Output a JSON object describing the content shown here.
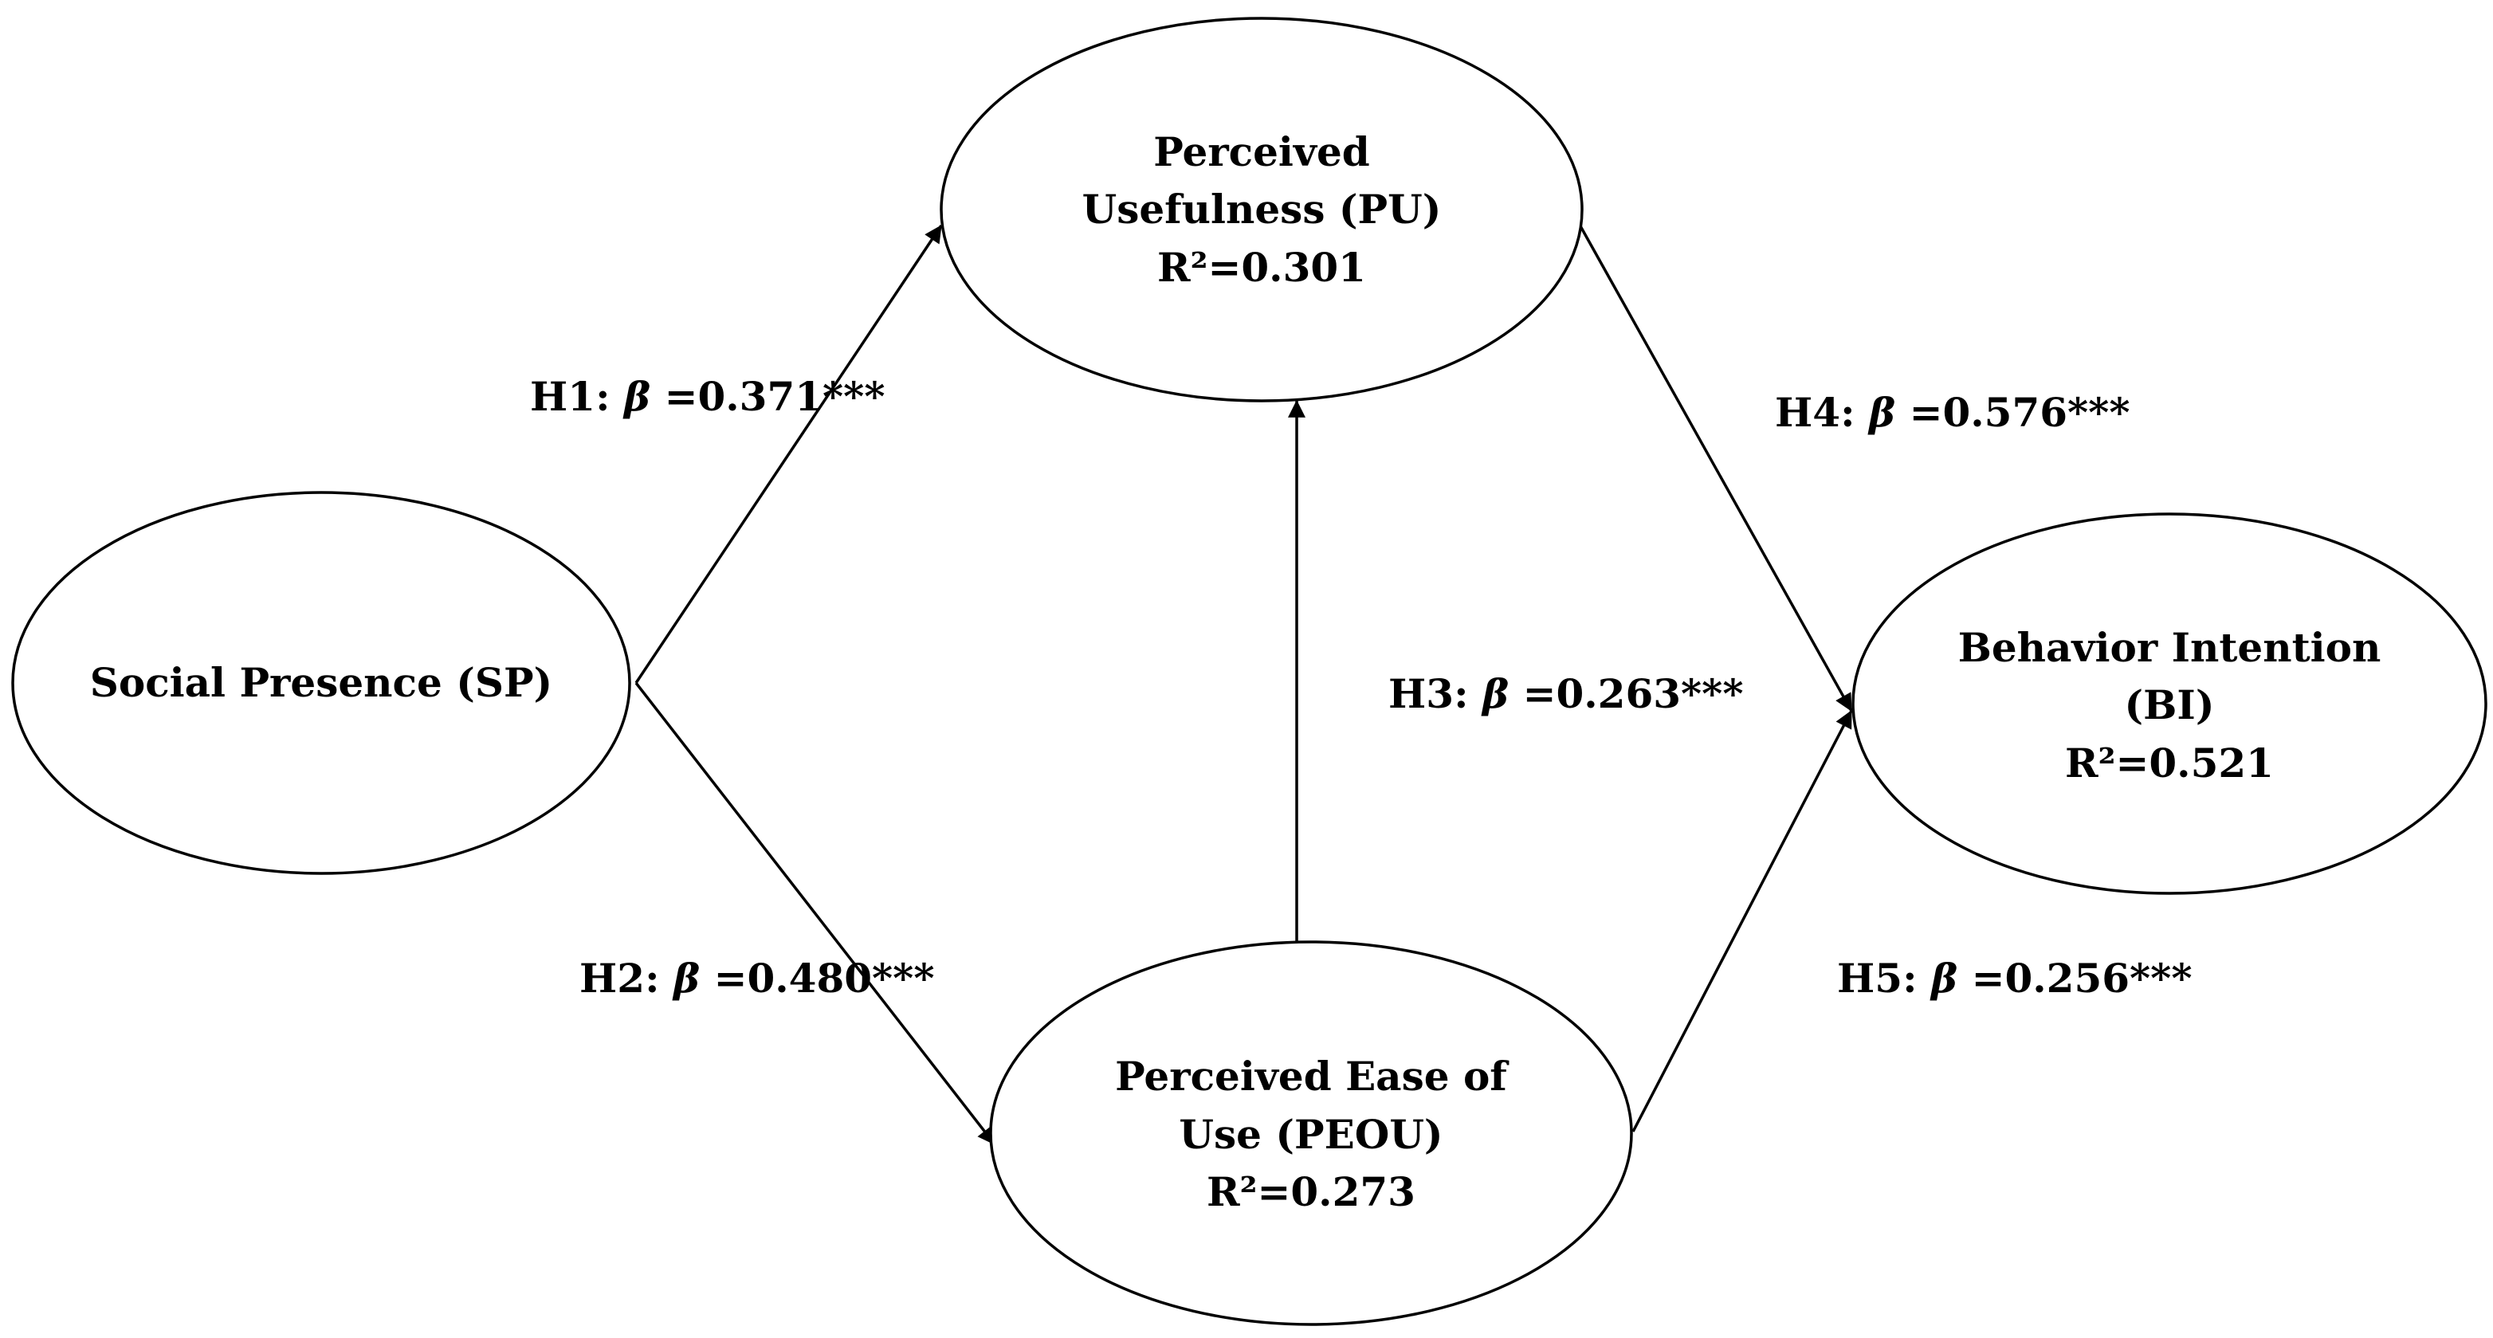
{
  "nodes": {
    "sp": {
      "lines": [
        "Social Presence (SP)"
      ]
    },
    "pu": {
      "lines": [
        "Perceived",
        "Usefulness (PU)",
        "R²=0.301"
      ]
    },
    "peou": {
      "lines": [
        "Perceived Ease of",
        "Use (PEOU)",
        "R²=0.273"
      ]
    },
    "bi": {
      "lines": [
        "Behavior Intention",
        "(BI)",
        "R²=0.521"
      ]
    }
  },
  "edges": {
    "h1": {
      "prefix": "H1: ",
      "symbol": "β",
      "value": " =0.371***"
    },
    "h2": {
      "prefix": "H2: ",
      "symbol": "β",
      "value": " =0.480***"
    },
    "h3": {
      "prefix": "H3: ",
      "symbol": "β",
      "value": " =0.263***"
    },
    "h4": {
      "prefix": "H4: ",
      "symbol": "β",
      "value": " =0.576***"
    },
    "h5": {
      "prefix": "H5: ",
      "symbol": "β",
      "value": " =0.256***"
    }
  }
}
